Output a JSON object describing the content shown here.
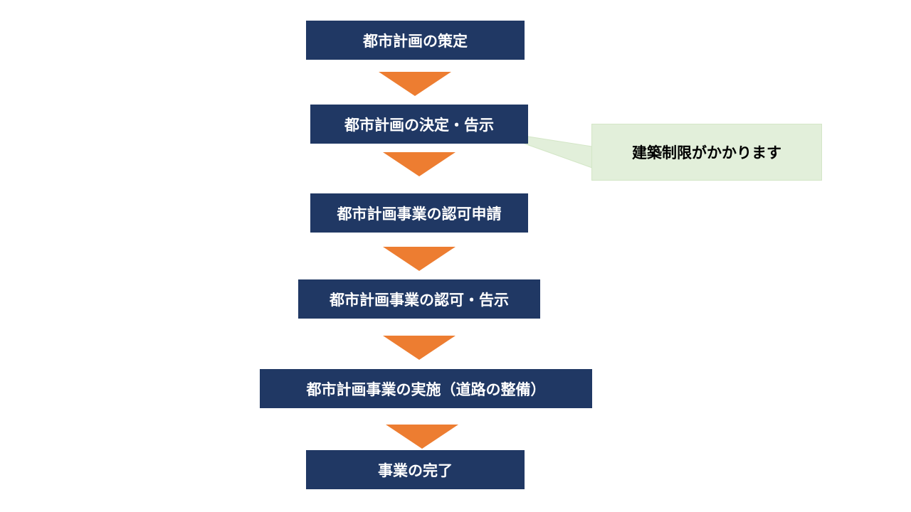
{
  "flow": {
    "steps": [
      {
        "label": "都市計画の策定"
      },
      {
        "label": "都市計画の決定・告示"
      },
      {
        "label": "都市計画事業の認可申請"
      },
      {
        "label": "都市計画事業の認可・告示"
      },
      {
        "label": "都市計画事業の実施（道路の整備）"
      },
      {
        "label": "事業の完了"
      }
    ]
  },
  "callout": {
    "text": "建築制限がかかります"
  },
  "colors": {
    "step_fill": "#203864",
    "arrow_fill": "#ed7d31",
    "callout_fill": "#e2efda"
  }
}
